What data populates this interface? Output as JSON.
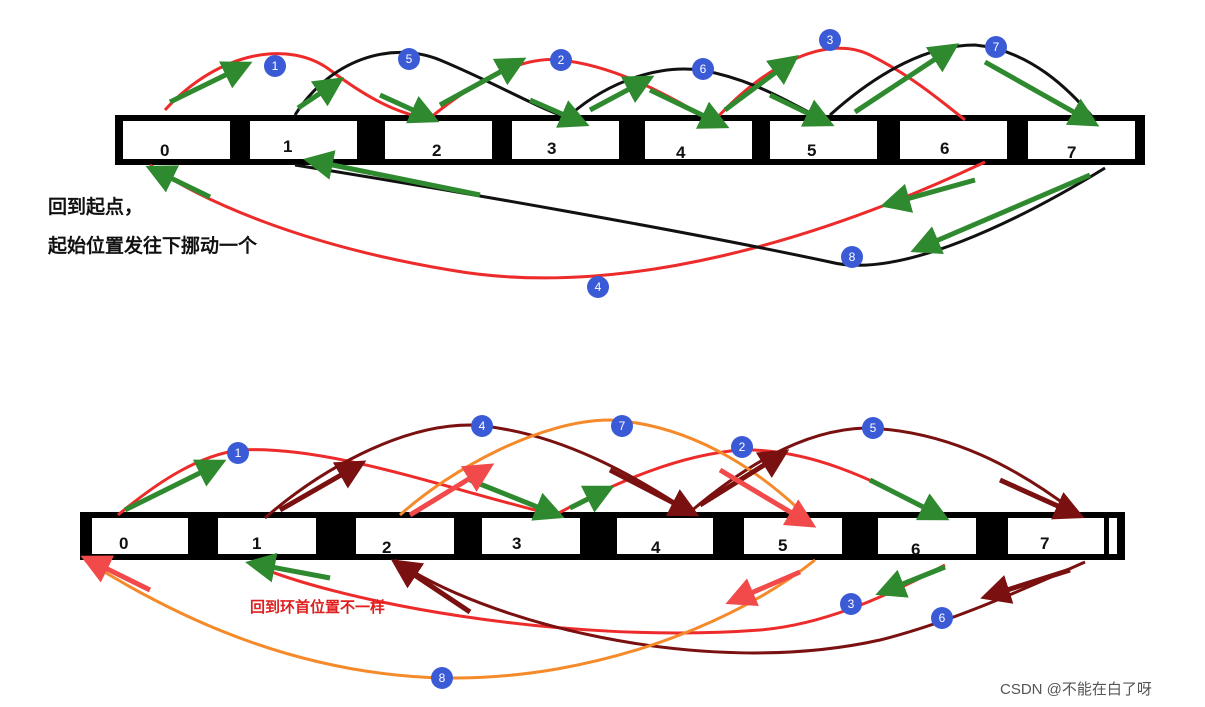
{
  "top_diagram": {
    "cells": [
      "0",
      "1",
      "2",
      "3",
      "4",
      "5",
      "6",
      "7"
    ],
    "step_labels": [
      "1",
      "5",
      "2",
      "6",
      "3",
      "7",
      "8",
      "4"
    ],
    "note_line1": "回到起点，",
    "note_line2": "起始位置发往下挪动一个"
  },
  "bottom_diagram": {
    "cells": [
      "0",
      "1",
      "2",
      "3",
      "4",
      "5",
      "6",
      "7"
    ],
    "step_labels": [
      "1",
      "4",
      "7",
      "2",
      "5",
      "3",
      "6",
      "8"
    ],
    "note": "回到环首位置不一样"
  },
  "watermark": "CSDN @不能在白了呀",
  "colors": {
    "red": "#ee2b2b",
    "black": "#111111",
    "dark_red": "#7a1010",
    "orange": "#f58a2a",
    "green": "#2f8a2f",
    "node_blue": "#3b5bd6"
  }
}
